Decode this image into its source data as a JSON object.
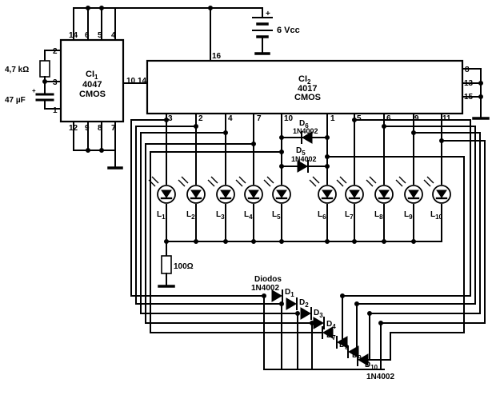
{
  "battery": {
    "label": "6 Vcc",
    "plus": "+"
  },
  "ci1": {
    "line1": "CI",
    "sub": "1",
    "line2": "4047",
    "line3": "CMOS",
    "top_pins": [
      "14",
      "6",
      "5",
      "4"
    ],
    "bottom_pins": [
      "12",
      "9",
      "8",
      "7"
    ],
    "left_pins": [
      "2",
      "3",
      "1"
    ],
    "right_pins": [
      "10"
    ]
  },
  "ci2": {
    "line1": "CI",
    "sub": "2",
    "line2": "4017",
    "line3": "CMOS",
    "pin_16": "16",
    "pin_14": "14",
    "right_pins": [
      "8",
      "13",
      "15"
    ],
    "bottom_pins": [
      "3",
      "2",
      "4",
      "7",
      "10",
      "1",
      "5",
      "6",
      "9",
      "11"
    ]
  },
  "components": {
    "r_timing": "4,7 kΩ",
    "c_timing": "47 µF",
    "r_common": "100Ω"
  },
  "leds": [
    {
      "n": "L",
      "s": "1"
    },
    {
      "n": "L",
      "s": "2"
    },
    {
      "n": "L",
      "s": "3"
    },
    {
      "n": "L",
      "s": "4"
    },
    {
      "n": "L",
      "s": "5"
    },
    {
      "n": "L",
      "s": "6"
    },
    {
      "n": "L",
      "s": "7"
    },
    {
      "n": "L",
      "s": "8"
    },
    {
      "n": "L",
      "s": "9"
    },
    {
      "n": "L",
      "s": "10"
    }
  ],
  "diodes_upper": [
    {
      "n": "D",
      "s": "6",
      "type": "1N4002"
    },
    {
      "n": "D",
      "s": "5",
      "type": "1N4002"
    }
  ],
  "diode_chain": {
    "title": "Diodos",
    "type": "1N4002",
    "bottom_type": "1N4002",
    "labels": [
      {
        "n": "D",
        "s": "1"
      },
      {
        "n": "D",
        "s": "2"
      },
      {
        "n": "D",
        "s": "3"
      },
      {
        "n": "D",
        "s": "4"
      },
      {
        "n": "D",
        "s": "7"
      },
      {
        "n": "D",
        "s": "8"
      },
      {
        "n": "D",
        "s": "9"
      },
      {
        "n": "D",
        "s": "10"
      }
    ]
  }
}
